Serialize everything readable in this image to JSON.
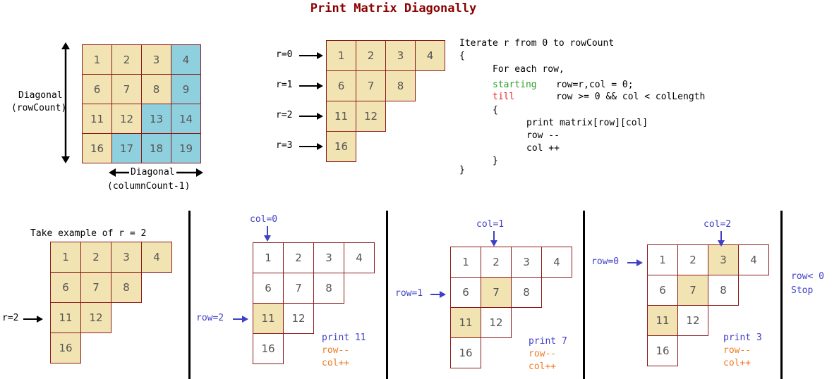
{
  "title": "Print Matrix Diagonally",
  "full_matrix": {
    "rows": [
      [
        "1",
        "2",
        "3",
        "4"
      ],
      [
        "6",
        "7",
        "8",
        "9"
      ],
      [
        "11",
        "12",
        "13",
        "14"
      ],
      [
        "16",
        "17",
        "18",
        "19"
      ]
    ],
    "highlight_color": "#8fd0df",
    "base_color": "#f2e3b2",
    "vertical_label_1": "Diagonal",
    "vertical_label_2": "(rowCount)",
    "horizontal_label_1": "Diagonal",
    "horizontal_label_2": "(columnCount-1)"
  },
  "triangle": {
    "rows": [
      [
        "1",
        "2",
        "3",
        "4"
      ],
      [
        "6",
        "7",
        "8"
      ],
      [
        "11",
        "12"
      ],
      [
        "16"
      ]
    ],
    "row_labels": [
      "r=0",
      "r=1",
      "r=2",
      "r=3"
    ]
  },
  "code": {
    "line1": "Iterate r from 0 to rowCount",
    "line2": "{",
    "line3": "For each row,",
    "line4_keyword": "starting",
    "line4_rest": "row=r,col = 0;",
    "line5_keyword": "till",
    "line5_rest": "row >= 0 && col < colLength",
    "line6": "{",
    "line7": "print matrix[row][col]",
    "line8": "row --",
    "line9": "col ++",
    "line10": "}",
    "line11": "}",
    "keyword_start_color": "#2ca02c",
    "keyword_till_color": "#e8262a"
  },
  "example": {
    "heading": "Take example of r = 2",
    "rows": [
      [
        "1",
        "2",
        "3",
        "4"
      ],
      [
        "6",
        "7",
        "8"
      ],
      [
        "11",
        "12"
      ],
      [
        "16"
      ]
    ],
    "row_label": "r=2"
  },
  "steps": [
    {
      "col_label": "col=0",
      "row_label": "row=2",
      "print": "print 11",
      "op1": "row--",
      "op2": "col++"
    },
    {
      "col_label": "col=1",
      "row_label": "row=1",
      "print": "print 7",
      "op1": "row--",
      "op2": "col++"
    },
    {
      "col_label": "col=2",
      "row_label": "row=0",
      "print": "print 3",
      "op1": "row--",
      "op2": "col++"
    }
  ],
  "stop": {
    "line1": "row< 0",
    "line2": "Stop"
  },
  "step_rows": [
    [
      "1",
      "2",
      "3",
      "4"
    ],
    [
      "6",
      "7",
      "8"
    ],
    [
      "11",
      "12"
    ],
    [
      "16"
    ]
  ],
  "colors": {
    "blue": "#3f3fc8",
    "orange": "#f07a24",
    "dark_red": "#8b0000"
  }
}
